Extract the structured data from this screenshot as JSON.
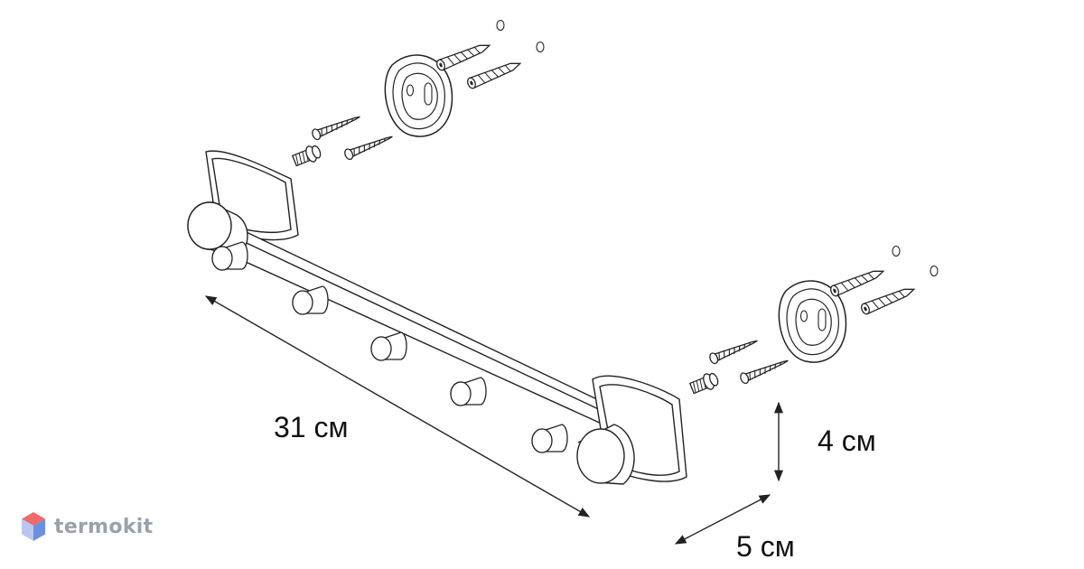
{
  "dimensions": {
    "length": "31 см",
    "height": "4 см",
    "depth": "5 см"
  },
  "brand": {
    "name": "termokit",
    "logo_icon": "hexagon-cube-icon",
    "logo_colors": [
      "#f06a6a",
      "#6c8fe0",
      "#b8c6f0"
    ]
  },
  "colors": {
    "line": "#222222",
    "fill": "#ffffff"
  }
}
